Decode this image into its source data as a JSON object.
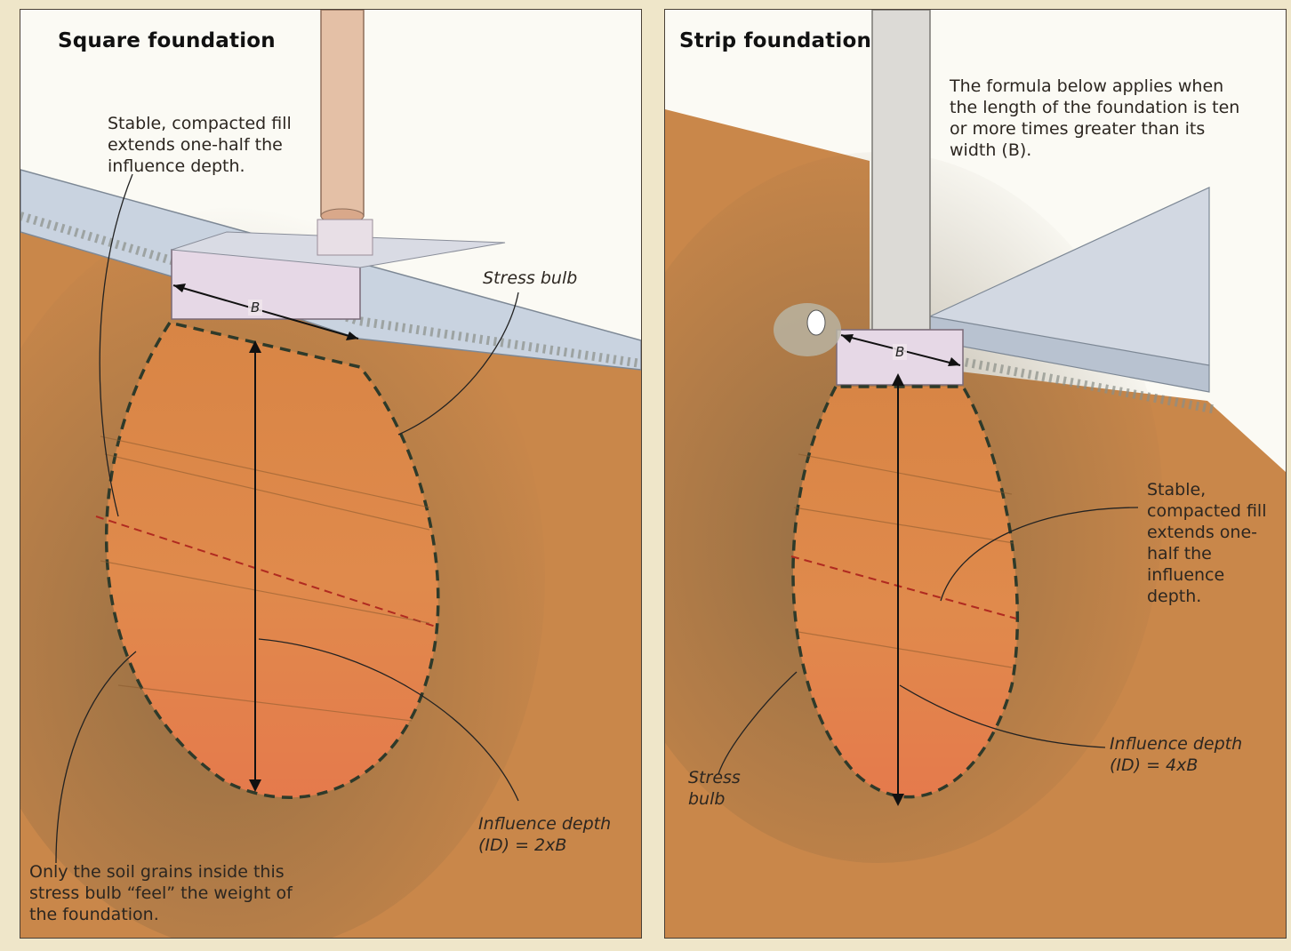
{
  "square": {
    "title": "Square foundation",
    "fill_note": "Stable, compacted fill extends one-half the influence depth.",
    "stress_bulb": "Stress bulb",
    "width_symbol": "B",
    "influence": "Influence depth (ID) = 2xB",
    "bottom_note": "Only the soil grains inside this stress bulb “feel” the weight of the foundation."
  },
  "strip": {
    "title": "Strip foundation",
    "formula_note": "The formula below applies when the length of the foundation is ten or more times greater than its width (B).",
    "fill_note": "Stable, compacted fill extends one-half the influence depth.",
    "width_symbol": "B",
    "influence": "Influence depth (ID) = 4xB",
    "stress_bulb": "Stress bulb"
  },
  "colors": {
    "soil": "#c9874a",
    "bulb": "#e08a4c",
    "bulb_lower": "#e27a4a",
    "slab": "#c9d3e0",
    "footing": "#e6d8e6",
    "border": "#4a4036"
  }
}
